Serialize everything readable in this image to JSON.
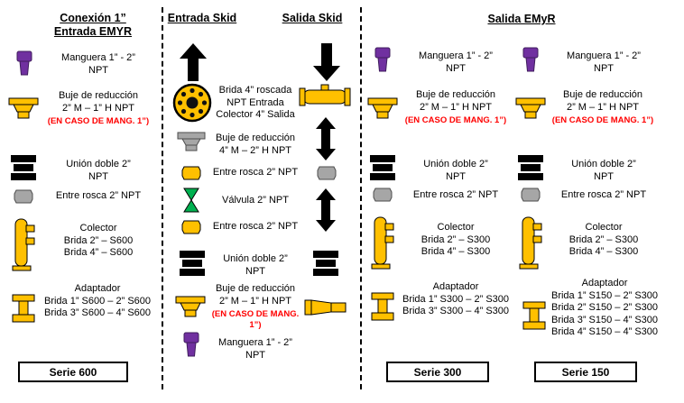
{
  "colors": {
    "yellow": "#FFC000",
    "purple": "#7030A0",
    "green": "#00B050",
    "gray": "#A6A6A6",
    "note_red": "#FF0000"
  },
  "entrada_emyr": {
    "header": [
      "Conexión 1”",
      "Entrada EMYR"
    ],
    "items": {
      "manguera": [
        "Manguera 1” - 2”",
        "NPT"
      ],
      "buje": [
        "Buje de reducción",
        "2” M – 1” H NPT"
      ],
      "buje_nota": "(EN CASO DE MANG. 1”)",
      "union": [
        "Unión doble 2”",
        "NPT"
      ],
      "entre_rosca": "Entre rosca 2” NPT",
      "colector": [
        "Colector",
        "Brida 2” – S600",
        "Brida 4” – S600"
      ],
      "adaptador": [
        "Adaptador",
        "Brida 1” S600 – 2” S600",
        "Brida 3” S600 – 4” S600"
      ]
    },
    "footer": "Serie 600"
  },
  "skid": {
    "header_entrada": "Entrada Skid",
    "header_salida": "Salida Skid",
    "items": {
      "brida4": [
        "Brida 4” roscada",
        "NPT Entrada",
        "Colector 4” Salida"
      ],
      "buje42": [
        "Buje de reducción",
        "4” M – 2” H NPT"
      ],
      "entre_rosca1": "Entre rosca 2” NPT",
      "valvula": "Válvula 2” NPT",
      "entre_rosca2": "Entre rosca 2” NPT",
      "union": [
        "Unión doble 2”",
        "NPT"
      ],
      "buje21": [
        "Buje de reducción",
        "2” M – 1” H NPT"
      ],
      "buje21_nota": "(EN CASO DE MANG. 1”)",
      "manguera": [
        "Manguera 1” - 2”",
        "NPT"
      ]
    }
  },
  "salida_emyr": {
    "header": "Salida EMyR",
    "serie300": {
      "manguera": [
        "Manguera 1” - 2”",
        "NPT"
      ],
      "buje": [
        "Buje de reducción",
        "2” M – 1” H NPT"
      ],
      "buje_nota": "(EN CASO DE MANG. 1”)",
      "union": [
        "Unión doble 2”",
        "NPT"
      ],
      "entre_rosca": "Entre rosca 2” NPT",
      "colector": [
        "Colector",
        "Brida 2” – S300",
        "Brida 4” – S300"
      ],
      "adaptador": [
        "Adaptador",
        "Brida 1” S300 – 2” S300",
        "Brida 3” S300 – 4” S300"
      ],
      "footer": "Serie 300"
    },
    "serie150": {
      "manguera": [
        "Manguera 1” - 2”",
        "NPT"
      ],
      "buje": [
        "Buje de reducción",
        "2” M – 1” H NPT"
      ],
      "buje_nota": "(EN CASO DE MANG. 1”)",
      "union": [
        "Unión doble 2”",
        "NPT"
      ],
      "entre_rosca": "Entre rosca 2” NPT",
      "colector": [
        "Colector",
        "Brida 2” – S300",
        "Brida 4” – S300"
      ],
      "adaptador": [
        "Adaptador",
        "Brida 1” S150 – 2” S300",
        "Brida 2” S150 – 2” S300",
        "Brida 3” S150 – 4” S300",
        "Brida 4” S150 – 4” S300"
      ],
      "footer": "Serie 150"
    }
  }
}
